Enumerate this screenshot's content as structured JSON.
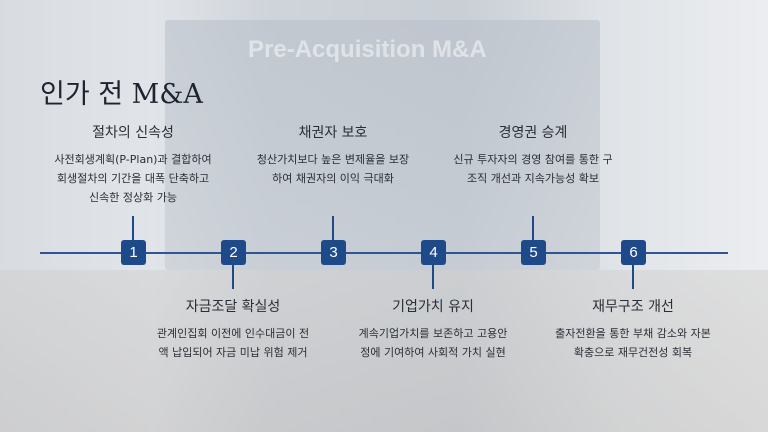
{
  "slide": {
    "title": "인가 전 M&A",
    "background_text": "Pre-Acquisition M&A"
  },
  "colors": {
    "accent": "#1f4a8a",
    "line": "#2f5597"
  },
  "steps": [
    {
      "num": "1",
      "title": "절차의 신속성",
      "desc": [
        "사전회생계획(P-Plan)과 결합하여",
        "회생절차의 기간을 대폭 단축하고",
        "신속한 정상화 가능"
      ]
    },
    {
      "num": "2",
      "title": "자금조달 확실성",
      "desc": [
        "관계인집회 이전에 인수대금이 전",
        "액 납입되어 자금 미납 위험 제거"
      ]
    },
    {
      "num": "3",
      "title": "채권자 보호",
      "desc": [
        "청산가치보다 높은 변제율을 보장",
        "하여 채권자의 이익 극대화"
      ]
    },
    {
      "num": "4",
      "title": "기업가치 유지",
      "desc": [
        "계속기업가치를 보존하고 고용안",
        "정에 기여하여 사회적 가치 실현"
      ]
    },
    {
      "num": "5",
      "title": "경영권 승계",
      "desc": [
        "신규 투자자의 경영 참여를 통한 구",
        "조직 개선과 지속가능성 확보"
      ]
    },
    {
      "num": "6",
      "title": "재무구조 개선",
      "desc": [
        "출자전환을 통한 부채 감소와 자본",
        "확충으로 재무건전성 회복"
      ]
    }
  ]
}
